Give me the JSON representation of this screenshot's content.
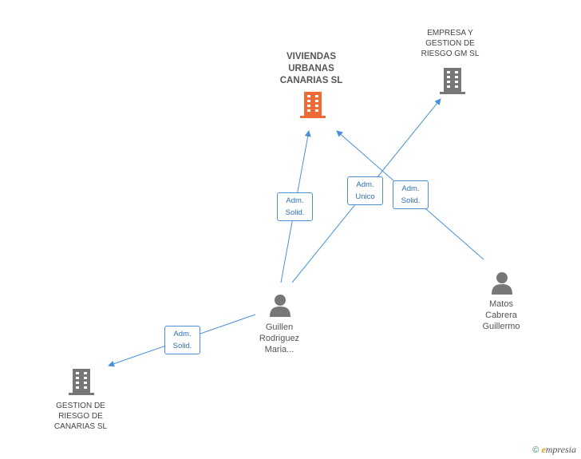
{
  "nodes": {
    "viviendas": {
      "label": "VIVIENDAS URBANAS CANARIAS SL",
      "type": "company-main"
    },
    "empresa_gestion": {
      "label": "EMPRESA Y GESTION DE RIESGO GM SL",
      "type": "company"
    },
    "gestion_riesgo": {
      "label": "GESTION DE RIESGO DE CANARIAS SL",
      "type": "company"
    },
    "guillen": {
      "label": "Guillen Rodriguez Maria...",
      "type": "person"
    },
    "matos": {
      "label": "Matos Cabrera Guillermo",
      "type": "person"
    }
  },
  "edges": {
    "e1": {
      "label": "Adm. Solid."
    },
    "e2": {
      "label": "Adm. Unico"
    },
    "e3": {
      "label": "Adm. Solid."
    },
    "e4": {
      "label": "Adm. Solid."
    }
  },
  "colors": {
    "edge": "#4a8fd8",
    "main_company": "#f06a35",
    "company": "#777777",
    "person": "#777777"
  },
  "footer": {
    "copyright": "©",
    "brand_e": "e",
    "brand_rest": "mpresia"
  }
}
